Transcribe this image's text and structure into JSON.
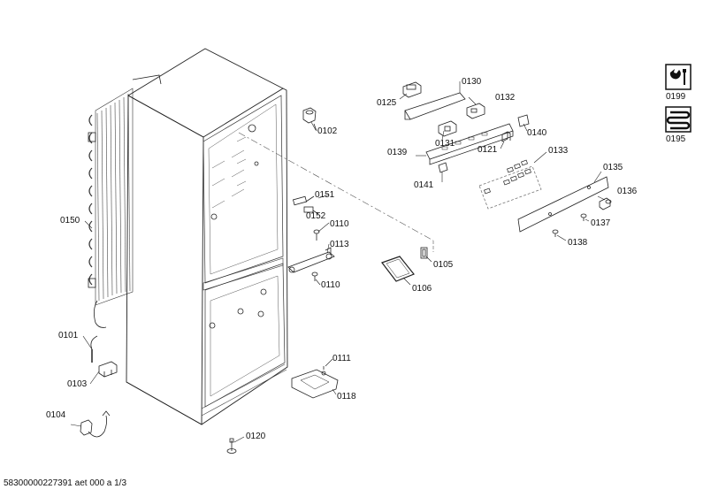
{
  "diagram": {
    "labels": {
      "p0101": "0101",
      "p0102": "0102",
      "p0103": "0103",
      "p0104": "0104",
      "p0105": "0105",
      "p0106": "0106",
      "p0110a": "0110",
      "p0110b": "0110",
      "p0111": "0111",
      "p0113": "0113",
      "p0118": "0118",
      "p0120": "0120",
      "p0121": "0121",
      "p0125": "0125",
      "p0130": "0130",
      "p0131": "0131",
      "p0132": "0132",
      "p0133": "0133",
      "p0135": "0135",
      "p0136": "0136",
      "p0137": "0137",
      "p0138": "0138",
      "p0139": "0139",
      "p0140": "0140",
      "p0141": "0141",
      "p0150": "0150",
      "p0151": "0151",
      "p0152": "0152",
      "p0195": "0195",
      "p0199": "0199"
    },
    "footer": "58300000227391 aet 000 a 1/3"
  }
}
